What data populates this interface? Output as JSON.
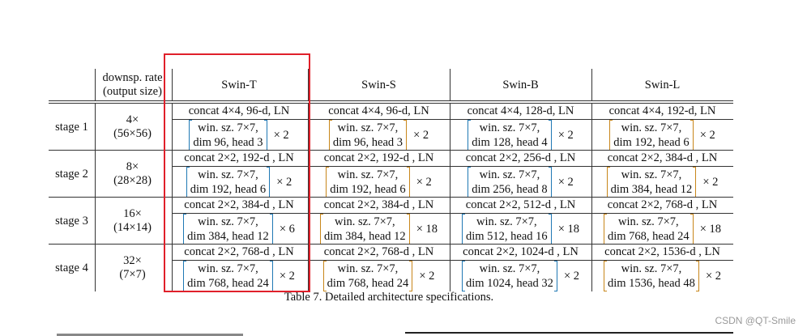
{
  "header": {
    "downsp_line1": "downsp. rate",
    "downsp_line2": "(output size)",
    "models": [
      "Swin-T",
      "Swin-S",
      "Swin-B",
      "Swin-L"
    ]
  },
  "stages": [
    {
      "name": "stage 1",
      "rate": "4×",
      "size": "(56×56)",
      "models": [
        {
          "concat": "concat 4×4, 96-d, LN",
          "win": "win. sz. 7×7,",
          "dim": "dim 96, head 3",
          "mult": "× 2"
        },
        {
          "concat": "concat 4×4, 96-d, LN",
          "win": "win. sz. 7×7,",
          "dim": "dim 96, head 3",
          "mult": "× 2"
        },
        {
          "concat": "concat 4×4, 128-d, LN",
          "win": "win. sz. 7×7,",
          "dim": "dim 128, head 4",
          "mult": "× 2"
        },
        {
          "concat": "concat 4×4, 192-d, LN",
          "win": "win. sz. 7×7,",
          "dim": "dim 192, head 6",
          "mult": "× 2"
        }
      ]
    },
    {
      "name": "stage 2",
      "rate": "8×",
      "size": "(28×28)",
      "models": [
        {
          "concat": "concat 2×2, 192-d , LN",
          "win": "win. sz. 7×7,",
          "dim": "dim 192, head 6",
          "mult": "× 2"
        },
        {
          "concat": "concat 2×2, 192-d , LN",
          "win": "win. sz. 7×7,",
          "dim": "dim 192, head 6",
          "mult": "× 2"
        },
        {
          "concat": "concat 2×2, 256-d , LN",
          "win": "win. sz. 7×7,",
          "dim": "dim 256, head 8",
          "mult": "× 2"
        },
        {
          "concat": "concat 2×2, 384-d , LN",
          "win": "win. sz. 7×7,",
          "dim": "dim 384, head 12",
          "mult": "× 2"
        }
      ]
    },
    {
      "name": "stage 3",
      "rate": "16×",
      "size": "(14×14)",
      "models": [
        {
          "concat": "concat 2×2, 384-d , LN",
          "win": "win. sz. 7×7,",
          "dim": "dim 384, head 12",
          "mult": "× 6"
        },
        {
          "concat": "concat 2×2, 384-d , LN",
          "win": "win. sz. 7×7,",
          "dim": "dim 384, head 12",
          "mult": "× 18"
        },
        {
          "concat": "concat 2×2, 512-d , LN",
          "win": "win. sz. 7×7,",
          "dim": "dim 512, head 16",
          "mult": "× 18"
        },
        {
          "concat": "concat 2×2, 768-d , LN",
          "win": "win. sz. 7×7,",
          "dim": "dim 768, head 24",
          "mult": "× 18"
        }
      ]
    },
    {
      "name": "stage 4",
      "rate": "32×",
      "size": "(7×7)",
      "models": [
        {
          "concat": "concat 2×2, 768-d , LN",
          "win": "win. sz. 7×7,",
          "dim": "dim 768, head 24",
          "mult": "× 2"
        },
        {
          "concat": "concat 2×2, 768-d , LN",
          "win": "win. sz. 7×7,",
          "dim": "dim 768, head 24",
          "mult": "× 2"
        },
        {
          "concat": "concat 2×2, 1024-d , LN",
          "win": "win. sz. 7×7,",
          "dim": "dim 1024, head 32",
          "mult": "× 2"
        },
        {
          "concat": "concat 2×2, 1536-d , LN",
          "win": "win. sz. 7×7,",
          "dim": "dim 1536, head 48",
          "mult": "× 2"
        }
      ]
    }
  ],
  "caption": "Table 7. Detailed architecture specifications.",
  "watermark": "CSDN @QT-Smile",
  "colors": {
    "highlight_box": "#e0202a",
    "bracket_blue": "#1f78b4",
    "bracket_orange": "#c8861a"
  }
}
